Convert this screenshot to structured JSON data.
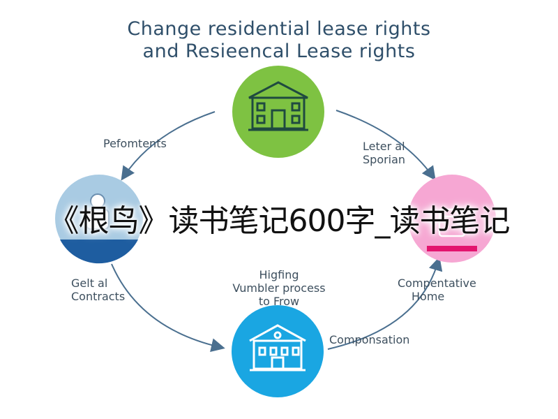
{
  "title_line1": "Change residential lease rights",
  "title_line2": "and Resieencal Lease rights",
  "labels": {
    "top_left": "Pefomtents",
    "top_right_1": "Leter al",
    "top_right_2": "Sporian",
    "center_1": "Higfing",
    "center_2": "Vumbler process",
    "center_3": "to Frow",
    "left_1": "Gelt al",
    "left_2": "Contracts",
    "right_1": "Compentative",
    "right_2": "Home",
    "bottom": "Componsation"
  },
  "overlay_text": "《根鸟》读书笔记600字_读书笔记",
  "colors": {
    "top_circle": "#7ec242",
    "left_circle": "#a9cbe3",
    "right_circle": "#f6a7d3",
    "bottom_circle": "#1aa6e2",
    "arrow": "#4a6f8f"
  }
}
